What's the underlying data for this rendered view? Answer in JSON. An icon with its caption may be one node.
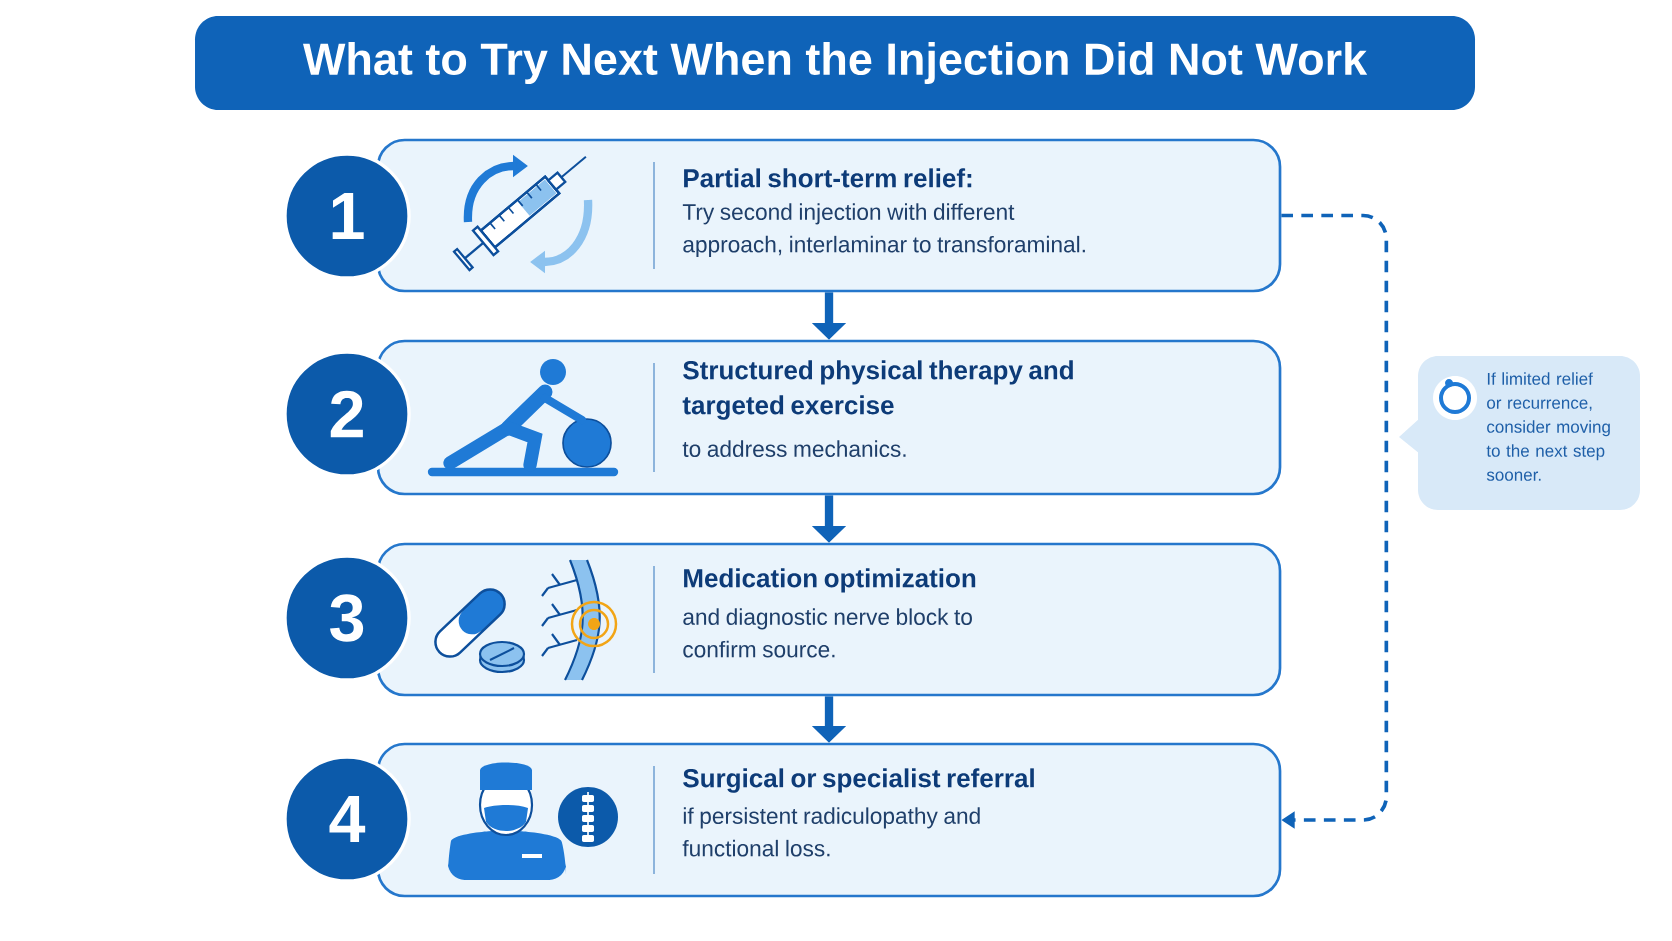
{
  "diagram": {
    "title": "What to Try Next When the Injection Did Not Work",
    "nodes": [
      {
        "text": [
          "1"
        ]
      },
      {
        "text": [
          "Partial short-term relief:",
          "Try second injection with different approach, interlaminar to transforaminal."
        ]
      },
      {
        "text": [
          "2"
        ]
      },
      {
        "text": [
          "Structured physical therapy and targeted exercise",
          "to address mechanics."
        ]
      },
      {
        "text": [
          "3"
        ]
      },
      {
        "text": [
          "Medication optimization",
          "and diagnostic nerve block to confirm source."
        ]
      },
      {
        "text": [
          "4"
        ]
      },
      {
        "text": [
          "Surgical or specialist referral",
          "if persistent radiculopathy and functional loss."
        ]
      },
      {
        "text": [
          "If limited relief or recurrence, consider moving to the next step sooner."
        ]
      }
    ],
    "edges": [
      {
        "from": 1,
        "to": 3,
        "arrow": "to"
      },
      {
        "from": 3,
        "to": 5,
        "arrow": "to"
      },
      {
        "from": 5,
        "to": 7,
        "arrow": "to"
      },
      {
        "from": 1,
        "to": 7,
        "arrow": "to",
        "style": "dashed"
      }
    ]
  }
}
